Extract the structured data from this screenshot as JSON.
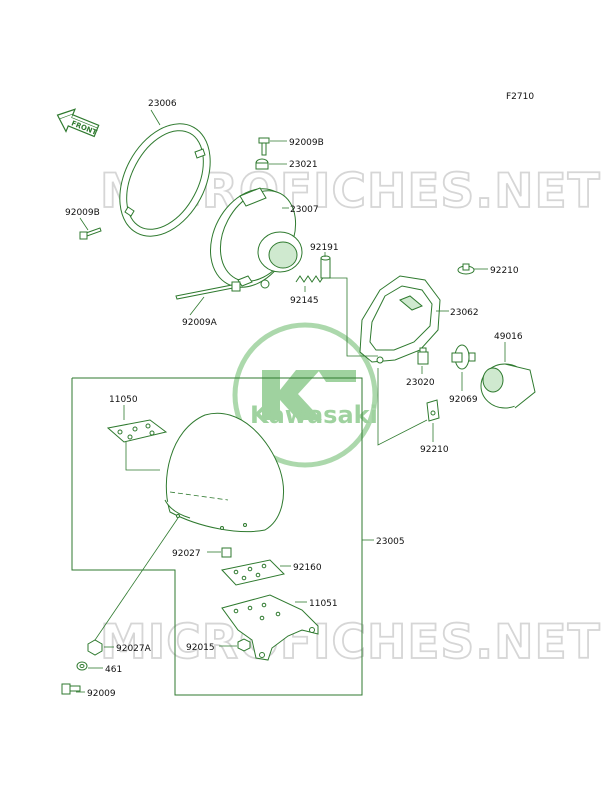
{
  "figure_code": "F2710",
  "front_arrow_text": "FRONT",
  "watermark_text": "MICROFICHES.NET",
  "logo_text": "Kawasaki",
  "colors": {
    "line": "#2f7a2f",
    "fill": "#cfe9cf",
    "watermark": "#d6d6d6",
    "logo": "#8fcb8f"
  },
  "parts": [
    {
      "id": "p23006",
      "label": "23006"
    },
    {
      "id": "p92009B1",
      "label": "92009B"
    },
    {
      "id": "p23021",
      "label": "23021"
    },
    {
      "id": "p92009B2",
      "label": "92009B"
    },
    {
      "id": "p23007",
      "label": "23007"
    },
    {
      "id": "p92191",
      "label": "92191"
    },
    {
      "id": "p92210a",
      "label": "92210"
    },
    {
      "id": "p92145",
      "label": "92145"
    },
    {
      "id": "p92009A",
      "label": "92009A"
    },
    {
      "id": "p23062",
      "label": "23062"
    },
    {
      "id": "p49016",
      "label": "49016"
    },
    {
      "id": "p23020",
      "label": "23020"
    },
    {
      "id": "p92069",
      "label": "92069"
    },
    {
      "id": "p11050",
      "label": "11050"
    },
    {
      "id": "p92210b",
      "label": "92210"
    },
    {
      "id": "p23005",
      "label": "23005"
    },
    {
      "id": "p92027",
      "label": "92027"
    },
    {
      "id": "p92160",
      "label": "92160"
    },
    {
      "id": "p11051",
      "label": "11051"
    },
    {
      "id": "p92015",
      "label": "92015"
    },
    {
      "id": "p92027A",
      "label": "92027A"
    },
    {
      "id": "p461",
      "label": "461"
    },
    {
      "id": "p92009",
      "label": "92009"
    }
  ]
}
